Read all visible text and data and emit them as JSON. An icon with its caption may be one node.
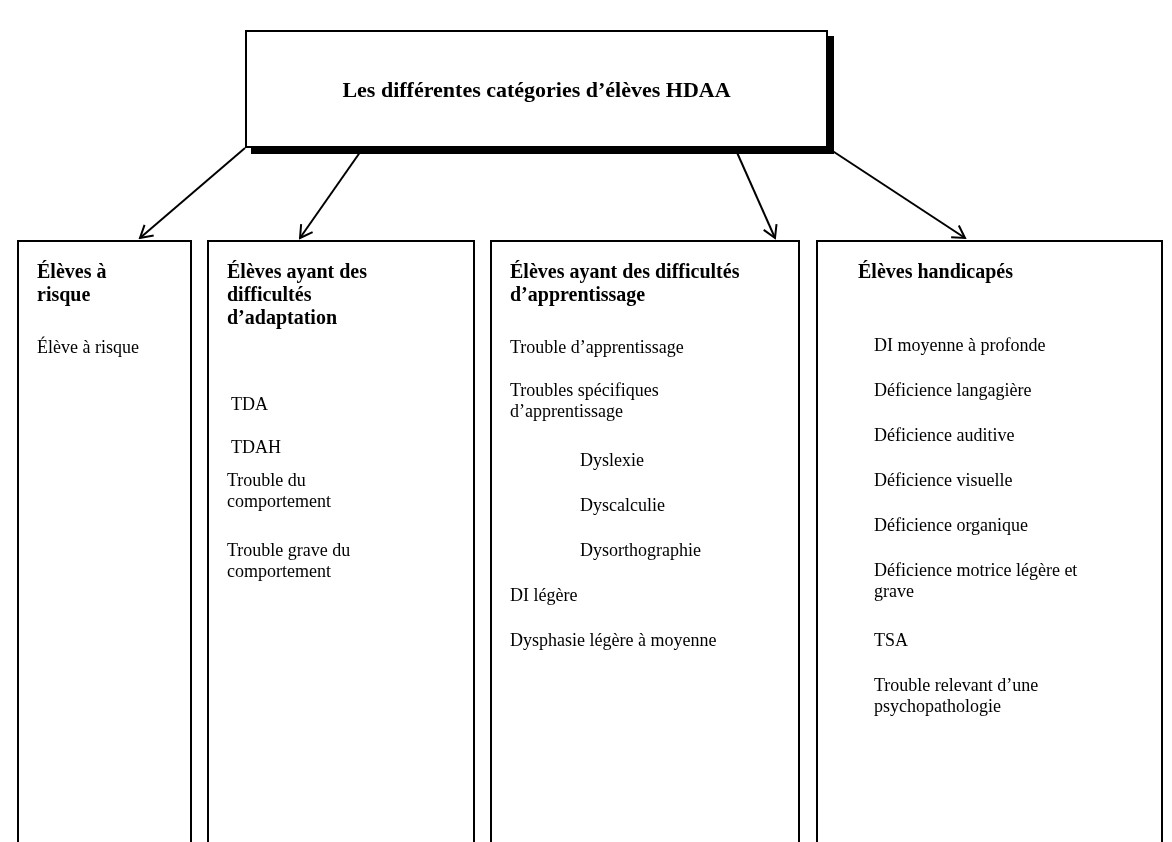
{
  "diagram": {
    "nodes": [
      {
        "text": [
          "Les différentes catégories d’élèves HDAA"
        ]
      },
      {
        "text": [
          "Élèves à risque",
          "Élève à risque"
        ]
      },
      {
        "text": [
          "Élèves ayant des difficultés d’adaptation",
          "TDA",
          "TDAH",
          "Trouble du comportement",
          "Trouble grave du comportement"
        ]
      },
      {
        "text": [
          "Élèves ayant des difficultés d’apprentissage",
          "Trouble d’apprentissage",
          "Troubles spécifiques d’apprentissage",
          "Dyslexie",
          "Dyscalculie",
          "Dysorthographie",
          "DI légère",
          "Dysphasie légère à moyenne"
        ]
      },
      {
        "text": [
          "Élèves handicapés",
          "DI moyenne à profonde",
          "Déficience langagière",
          "Déficience auditive",
          "Déficience visuelle",
          "Déficience organique",
          "Déficience motrice légère et grave",
          "TSA",
          "Trouble relevant d’une psychopathologie"
        ]
      }
    ],
    "edges": [
      {
        "from": 0,
        "to": 1,
        "arrow": "to"
      },
      {
        "from": 0,
        "to": 2,
        "arrow": "to"
      },
      {
        "from": 0,
        "to": 3,
        "arrow": "to"
      },
      {
        "from": 0,
        "to": 4,
        "arrow": "to"
      }
    ]
  }
}
